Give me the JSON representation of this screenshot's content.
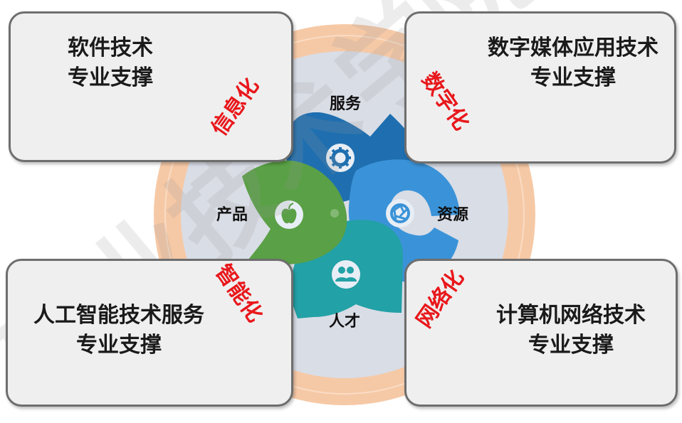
{
  "boxes": {
    "top_left": {
      "line1": "软件技术",
      "line2": "专业支撑"
    },
    "top_right": {
      "line1": "数字媒体应用技术",
      "line2": "专业支撑"
    },
    "bottom_left": {
      "line1": "人工智能技术服务",
      "line2": "专业支撑"
    },
    "bottom_right": {
      "line1": "计算机网络技术",
      "line2": "专业支撑"
    }
  },
  "ring_words": {
    "top_left": "信息化",
    "top_right": "数字化",
    "bottom_left": "智能化",
    "bottom_right": "网络化"
  },
  "petals": {
    "service": {
      "label": "服务",
      "icon": "gear-icon",
      "color": "#1f6fb0"
    },
    "resource": {
      "label": "资源",
      "icon": "camera-aperture-icon",
      "color": "#3a93d8"
    },
    "talent": {
      "label": "人才",
      "icon": "users-icon",
      "color": "#22a1a6"
    },
    "product": {
      "label": "产品",
      "icon": "apple-icon",
      "color": "#5aa046"
    }
  },
  "watermark": {
    "text1": "职业技术",
    "text2": "学院"
  },
  "colors": {
    "outer_ring": "#f6c9a6",
    "inner_disc": "#d9dde6",
    "box_fill": "#efefef",
    "box_border": "#6e6e6e",
    "ring_word": "#e8171b"
  }
}
